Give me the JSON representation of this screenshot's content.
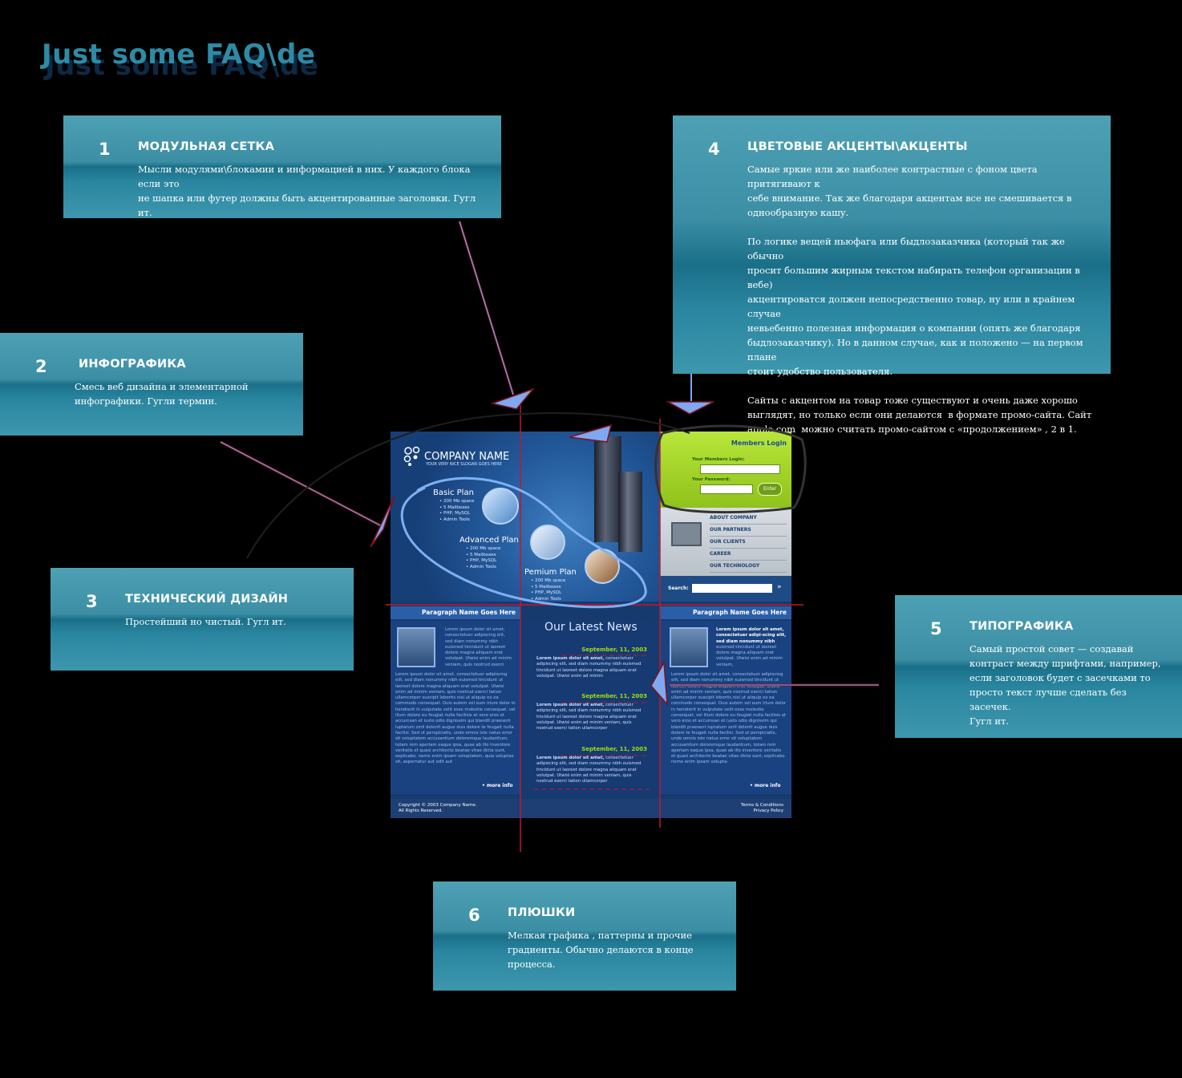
{
  "page_title": "Just some FAQ\\de",
  "panels": [
    {
      "num": "1",
      "heading": "МОДУЛЬНАЯ СЕТКА",
      "body": "Мысли модулями\\блокамии и информацией в них. У каждого блока если это\nне шапка или футер должны быть акцентированные заголовки. Гугл ит."
    },
    {
      "num": "2",
      "heading": "ИНФОГРАФИКА",
      "body": "Смесь веб дизайна и элементарной\nинфографики. Гугли термин."
    },
    {
      "num": "3",
      "heading": "ТЕХНИЧЕСКИЙ ДИЗАЙН",
      "body": "Простейший но чистый. Гугл ит."
    },
    {
      "num": "4",
      "heading": "ЦВЕТОВЫЕ АКЦЕНТЫ\\АКЦЕНТЫ",
      "body": "Самые яркие или же наиболее контрастные с фоном цвета притягивают к\nсебе внимание. Так же благодаря акцентам все не смешивается в\nоднообразную кашу.\n\nПо логике вещей ньюфага или быдлозаказчика (который так же обычно\nпросит большим жирным текстом набирать телефон организации в вебе)\nакцентироватся должен непосредственно товар, ну или в крайнем случае\nневьебенно полезная информация о компании (опять же благодаря\nбыдлозаказчику). Но в данном случае, как и положено — на первом плане\nстоит удобство пользователя.\n\nСайты с акцентом на товар тоже существуют и очень даже хорошо\nвыглядят, но только если они делаются  в формате промо-сайта. Сайт\napple.com  можно считать промо-сайтом с «продолжением» , 2 в 1."
    },
    {
      "num": "5",
      "heading": "ТИПОГРАФИКА",
      "body": "Самый простой совет — создавай\nконтраст между шрифтами, например,\nесли заголовок будет с засечками то\nпросто текст лучше сделать без засечек.\nГугл ит."
    },
    {
      "num": "6",
      "heading": "ПЛЮШКИ",
      "body": "Мелкая графика , паттерны и прочие\nградиенты. Обычно делаются в конце\nпроцесса."
    }
  ],
  "mockup": {
    "company_name": "COMPANY NAME",
    "slogan": "YOUR VERY NICE SLOGAN GOES HERE",
    "plans": [
      {
        "name": "Basic Plan",
        "features": [
          "200 Mb space",
          "5 Mailboxes",
          "PHP, MySQL",
          "Admin Tools"
        ]
      },
      {
        "name": "Advanced Plan",
        "features": [
          "200 Mb space",
          "5 Mailboxes",
          "PHP, MySQL",
          "Admin Tools"
        ]
      },
      {
        "name": "Pemium Plan",
        "features": [
          "200 Mb space",
          "5 Mailboxes",
          "PHP, MySQL",
          "Admin Tools"
        ]
      }
    ],
    "login": {
      "title": "Members Login",
      "login_label": "Your Members Login:",
      "password_label": "Your Password:",
      "enter": "Enter"
    },
    "menu": [
      "ABOUT COMPANY",
      "OUR PARTNERS",
      "OUR CLIENTS",
      "CAREER",
      "OUR TECHNOLOGY"
    ],
    "search_label": "Search:",
    "left_heading": "Paragraph Name Goes Here",
    "right_heading": "Paragraph Name Goes Here",
    "left_intro": "Lorem ipsum dolor sit amet, consectetuer adipiscing elit, sed diam nonummy nibh euismod tincidunt ut laoreet dolore magna aliquam erat volutpat. Utwisi enim ad minim veniam, quis nostrud exerci",
    "left_body": "Lorem ipsum dolor sit amet, consectetuer adipiscing elit, sed diam nonummy nibh euismod tincidunt ut laoreet dolore magna aliquam erat volutpat. Utwisi enim ad minim veniam, quis nostrud exerci tation ullamcorper suscipit lobortis nisl ut aliquip ex ea commodo consequat. Duis autem vel eum iriure dolor in hendrerit in vulputate velit esse molestie consequat, vel illum dolore eu feugiat nulla facilisis at vero eros et accumsan et iusto odio dignissim qui blandit praesent luptatum zzril delenit augue duis dolore te feugait nulla facilisi. Sed ut perspiciatis, unde omnis iste natus error sit voluptatem accusantium doloremque laudantium, totam rem aperiam eaque ipsa, quae ab illo inventore veritatis et quasi architecto beatae vitae dicta sunt, explicabo. nemo enim ipsam voluptatem, quia voluptas sit, aspernatur aut odit aut",
    "right_intro_bold": "Lorem ipsum dolor sit amet, consectetuer adipi-scing elit, sed diam nonummy nibh",
    "right_intro": "euismod tincidunt ut laoreet dolore magna aliquam erat volutpat. Utwisi enim ad minim veniam,",
    "right_body": "Lorem ipsum dolor sit amet, consectetuer adipiscing elit, sed diam nonummy nibh euismod tincidunt ut laoreet dolore magna aliquam erat volutpat. Utwisi enim ad minim veniam, quis nostrud exerci tation ullamcorper suscipit lobortis nisl ut aliquip ex ea commodo consequat. Duis autem vel eum iriure dolor in hendrerit in vulputate velit esse molestie consequat, vel illum dolore eu feugiat nulla facilisis at vero eros et accumsan et iusto odio dignissim qui blandit praesent luptatum zzril delenit augue duis dolore te feugait nulla facilisi. Sed ut perspiciatis, unde omnis iste natus error sit voluptatem accusantium doloremque laudantium, totam rem aperiam eaque ipsa, quae ab illo inventore veritatis et quasi architecto beatae vitae dicta sunt, explicabo. nemo enim ipsam volupta-",
    "more_info": "• more info",
    "news_title": "Our Latest News",
    "news": [
      {
        "date": "September, 11, 2003",
        "bold": "Lorem ipsum dolor sit amet,",
        "text": "consectetuer adipiscing elit, sed diam nonummy nibh euismod tincidunt ut laoreet dolore magna aliquam erat volutpat. Utwisi enim ad minim"
      },
      {
        "date": "September, 11, 2003",
        "bold": "Lorem ipsum dolor sit amet,",
        "text": "consectetuer adipiscing elit, sed diam nonummy nibh euismod tincidunt ut laoreet dolore magna aliquam erat volutpat. Utwisi enim ad minim veniam, quis nostrud exerci tation ullamcorper"
      },
      {
        "date": "September, 11, 2003",
        "bold": "Lorem ipsum dolor sit amet,",
        "text": "consectetuer adipiscing elit, sed diam nonummy nibh euismod tincidunt ut laoreet dolore magna aliquam erat volutpat. Utwisi enim ad minim veniam, quis nostrud exerci tation ullamcorper"
      }
    ],
    "footer_left": [
      "Copyright © 2003 Company Name.",
      "All Rights Reserved."
    ],
    "footer_right": [
      "Terms & Conditions",
      "Privacy Policy"
    ]
  },
  "colors": {
    "panel": "#3b8ea4",
    "accent_line": "#c0182e",
    "arrow": "#7fa8f0",
    "green_accent": "#9fd12a"
  }
}
